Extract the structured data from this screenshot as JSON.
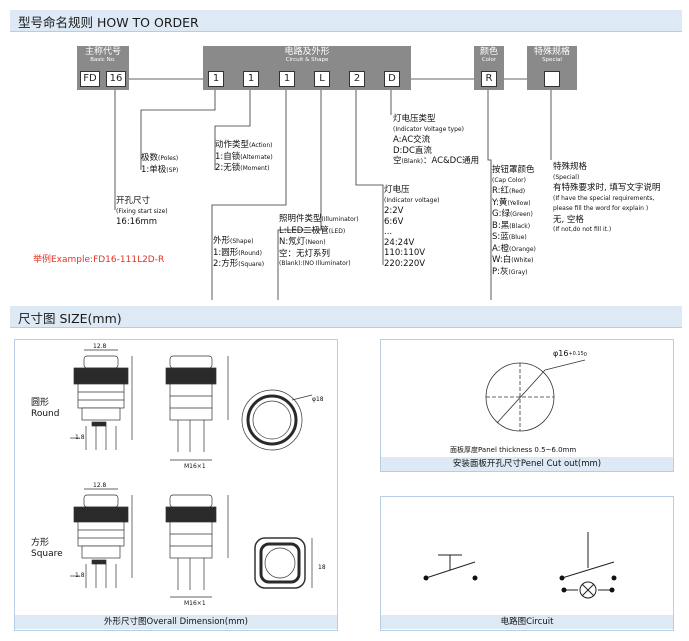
{
  "section1": {
    "title": "型号命名规则 HOW TO ORDER"
  },
  "section2": {
    "title": "尺寸图 SIZE(mm)"
  },
  "headers": {
    "basic": {
      "zh": "主称代号",
      "en": "Basic No."
    },
    "circuit": {
      "zh": "电路及外形",
      "en": "Circuit & Shape"
    },
    "color": {
      "zh": "颜色",
      "en": "Color"
    },
    "special": {
      "zh": "特殊规格",
      "en": "Special"
    }
  },
  "codes": [
    "FD",
    "16",
    "1",
    "1",
    "1",
    "L",
    "2",
    "D",
    "R",
    ""
  ],
  "poles": {
    "title": "极数",
    "title_en": "(Poles)",
    "line1": "1:单极",
    "line1_en": "(SP)"
  },
  "hole": {
    "title": "开孔尺寸",
    "title_en": "(Fixing start size)",
    "line1": "16:16mm"
  },
  "action": {
    "title": "动作类型",
    "title_en": "(Action)",
    "line1": "1:自锁",
    "line1_en": "(Alternate)",
    "line2": "2:无锁",
    "line2_en": "(Moment)"
  },
  "shape": {
    "title": "外形",
    "title_en": "(Shape)",
    "line1": "1:圆形",
    "line1_en": "(Round)",
    "line2": "2:方形",
    "line2_en": "(Square)"
  },
  "illuminator": {
    "title": "照明件类型",
    "title_en": "(Illuminator)",
    "line1": "L:LED二极管",
    "line1_en": "(LED)",
    "line2": "N:氖灯",
    "line2_en": "(Neon)",
    "line3": "空：无灯系列",
    "line4_en": "(Blank):(NO Illuminator)"
  },
  "voltage": {
    "title": "灯电压",
    "title_en": "(Indicator voltage)",
    "items": [
      "2:2V",
      "6:6V",
      "...",
      "24:24V",
      "110:110V",
      "220:220V"
    ]
  },
  "vtype": {
    "title": "灯电压类型",
    "title_en": "(Indicator Voltage type)",
    "line1": "A:AC交流",
    "line2": "D:DC直流",
    "line3": "空",
    "line3_en": "(Blank)",
    "line3_tail": "：AC&DC通用"
  },
  "capcolor": {
    "title": "按钮罩颜色",
    "title_en": "(Cap Color)",
    "items": [
      {
        "zh": "R:红",
        "en": "(Red)"
      },
      {
        "zh": "Y:黄",
        "en": "(Yellow)"
      },
      {
        "zh": "G:绿",
        "en": "(Green)"
      },
      {
        "zh": "B:黑",
        "en": "(Black)"
      },
      {
        "zh": "S:蓝",
        "en": "(Blue)"
      },
      {
        "zh": "A:橙",
        "en": "(Orange)"
      },
      {
        "zh": "W:白",
        "en": "(White)"
      },
      {
        "zh": "P:灰",
        "en": "(Gray)"
      }
    ]
  },
  "special": {
    "title": "特殊规格",
    "title_en": "(Special)",
    "line1": "有特殊要求时, 填写文字说明",
    "line1_en": "(If have the special requirements,",
    "line2_en": "please fill the word for explain )",
    "line2": "无, 空格",
    "line2_en2": "(If not,do not fill it.)"
  },
  "example": "举例Example:FD16-111L2D-R",
  "dims": {
    "round_zh": "圆形",
    "round_en": "Round",
    "square_zh": "方形",
    "square_en": "Square",
    "d_top": "12.8",
    "d_side": "M16×1",
    "d_18": "φ18",
    "d_18b": "18",
    "cutout_dia": "φ16",
    "cutout_tol": "+0.15",
    "cutout_tol0": "0",
    "panel_thickness": "面板厚度Panel thickness 0.5~6.0mm",
    "cap_cutout": "安装面板开孔尺寸Penel Cut out(mm)",
    "cap_overall": "外形尺寸图Overall Dimension(mm)",
    "cap_circuit": "电路图Circuit",
    "dim_1_8": "1.8"
  }
}
